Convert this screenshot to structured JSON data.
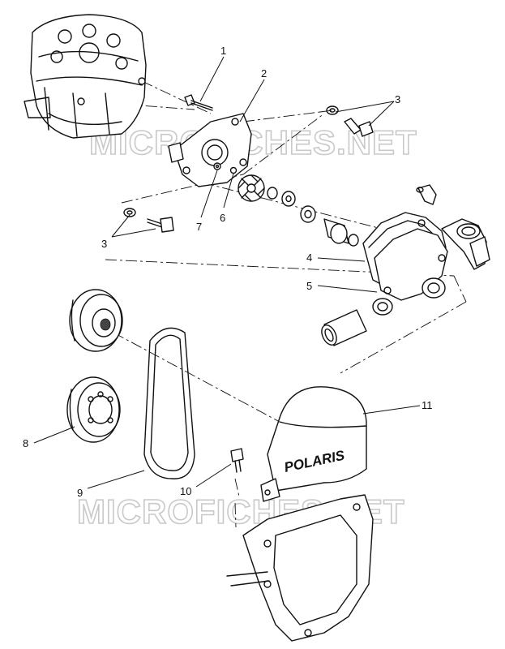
{
  "watermark": "MICROFICHES.NET",
  "cover_logo": "POLARIS",
  "callouts": [
    "1",
    "2",
    "3",
    "3",
    "4",
    "5",
    "6",
    "7",
    "8",
    "9",
    "10",
    "11"
  ]
}
